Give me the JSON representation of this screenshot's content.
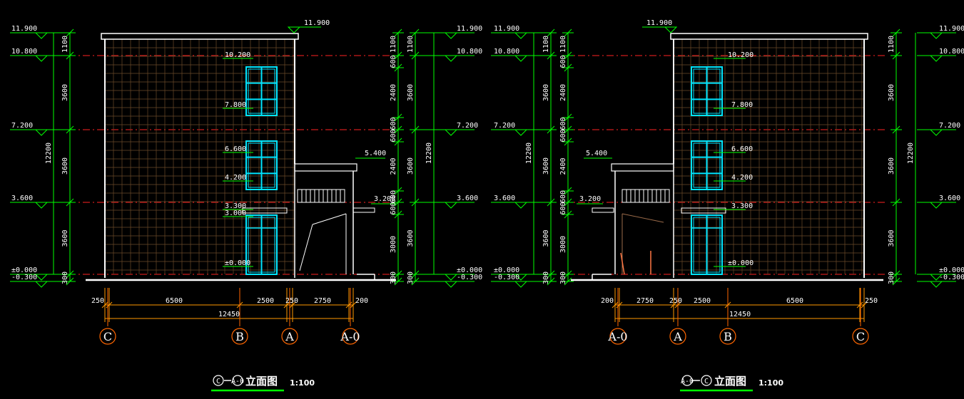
{
  "colors": {
    "background": "#000000",
    "dimension": "#00ff00",
    "dimension_horizontal": "#ff9900",
    "axis_line": "#ff2222",
    "wall": "#ffffff",
    "window": "#00e5ff",
    "grid_marker": "#ff6600",
    "title_underline": "#00ff00"
  },
  "drawings": [
    {
      "title": "C—A-0立面图",
      "title_parts": {
        "from": "C",
        "to": "A-0",
        "label": "立面图"
      },
      "scale": "1:100",
      "levels_left": [
        "11.900",
        "10.800",
        "7.200",
        "3.600",
        "±0.000",
        "-0.300"
      ],
      "levels_right": [
        "11.900",
        "10.800",
        "7.200",
        "3.600",
        "±0.000",
        "-0.300"
      ],
      "roof_level": "11.900",
      "dims_outer": [
        "1100",
        "3600",
        "3600",
        "3600",
        "300"
      ],
      "dims_total": "12200",
      "dims_right_inner": [
        "1100",
        "600",
        "2400",
        "600",
        "600",
        "2400",
        "600",
        "600",
        "3000",
        "300"
      ],
      "dims_right_outer": [
        "1100",
        "3600",
        "3600",
        "3600",
        "300"
      ],
      "right_total": "12200",
      "opening_labels": [
        "10.200",
        "7.800",
        "6.600",
        "4.200",
        "3.300",
        "3.000",
        "±0.000"
      ],
      "annex_labels": [
        "5.400",
        "3.200"
      ],
      "dims_bottom": [
        "250",
        "6500",
        "2500",
        "250",
        "2750",
        "200"
      ],
      "dims_bottom_total": "12450",
      "grid_axes": [
        "C",
        "B",
        "A",
        "A-0"
      ]
    },
    {
      "title": "A-0—C立面图",
      "title_parts": {
        "from": "A-0",
        "to": "C",
        "label": "立面图"
      },
      "scale": "1:100",
      "levels_left": [
        "11.900",
        "10.800",
        "7.200",
        "3.600",
        "±0.000",
        "-0.300"
      ],
      "levels_right": [
        "11.900",
        "10.800",
        "7.200",
        "3.600",
        "±0.000",
        "-0.300"
      ],
      "roof_level": "11.900",
      "dims_outer": [
        "1100",
        "3600",
        "3600",
        "3600",
        "300"
      ],
      "dims_total": "12200",
      "dims_left_inner": [
        "1100",
        "600",
        "2400",
        "600",
        "600",
        "2400",
        "600",
        "600",
        "3000",
        "300"
      ],
      "dims_right_outer": [
        "1100",
        "3600",
        "3600",
        "3600",
        "300"
      ],
      "right_total": "12200",
      "opening_labels": [
        "10.200",
        "7.800",
        "6.600",
        "4.200",
        "3.300",
        "±0.000"
      ],
      "annex_labels": [
        "5.400",
        "3.200"
      ],
      "dims_bottom": [
        "200",
        "2750",
        "250",
        "2500",
        "6500",
        "250"
      ],
      "dims_bottom_total": "12450",
      "grid_axes": [
        "A-0",
        "A",
        "B",
        "C"
      ]
    }
  ]
}
